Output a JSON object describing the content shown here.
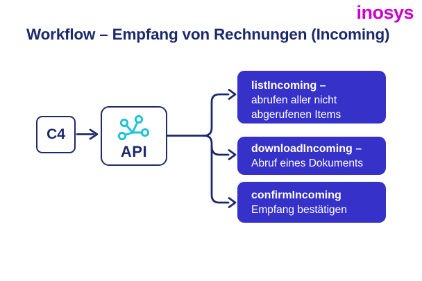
{
  "logo": {
    "text": "inosys"
  },
  "title": "Workflow – Empfang von Rechnungen (Incoming)",
  "diagram": {
    "source_node": {
      "label": "C4"
    },
    "api_node": {
      "label": "API",
      "icon": "network-nodes-icon"
    },
    "branches": [
      {
        "title": "listIncoming –",
        "description": "abrufen aller nicht abgerufenen Items"
      },
      {
        "title": "downloadIncoming –",
        "description": "Abruf eines Dokuments"
      },
      {
        "title": "confirmIncoming",
        "description": "Empfang bestätigen"
      }
    ]
  },
  "colors": {
    "navy": "#1b2a6c",
    "indigo": "#3631c8",
    "cyan": "#1ec3d8",
    "magenta": "#cb00cd",
    "background": "#ffffff"
  }
}
